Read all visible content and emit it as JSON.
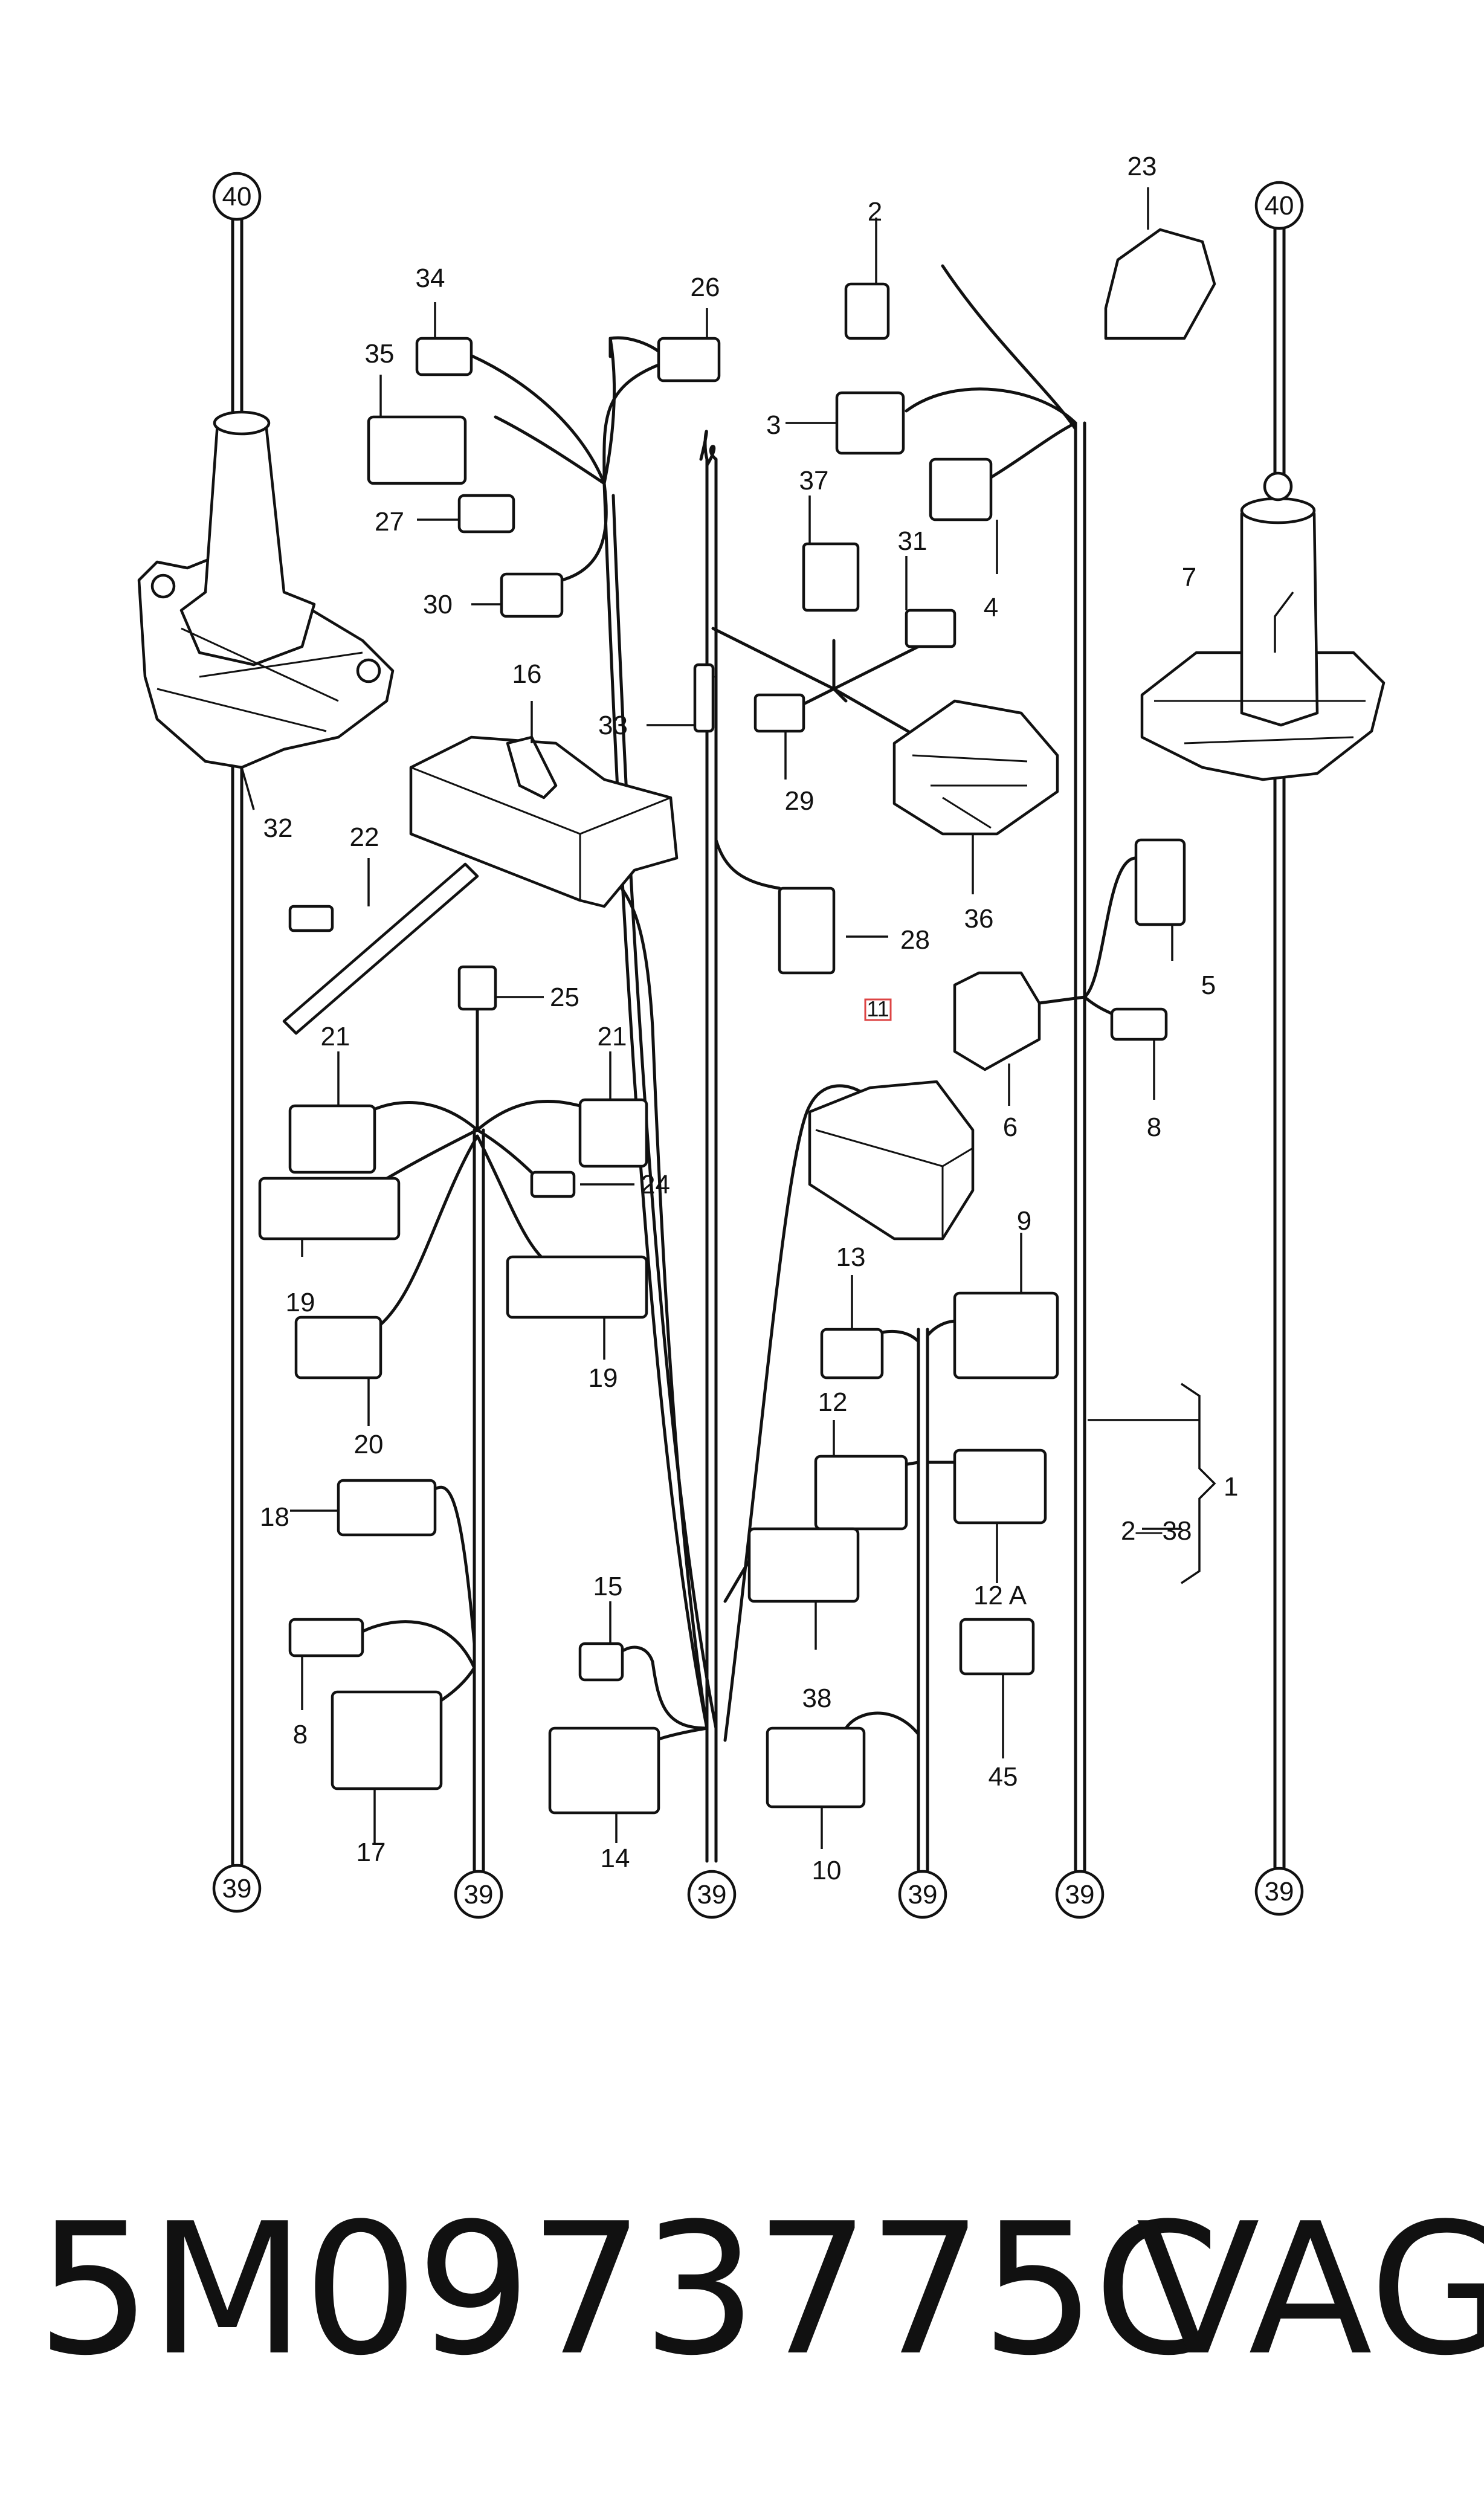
{
  "footer": {
    "part_number": "5M0973775C",
    "brand": "VAG"
  },
  "callouts": {
    "c1": "1",
    "c2": "2",
    "c3": "3",
    "c4": "4",
    "c5": "5",
    "c6": "6",
    "c7": "7",
    "c8a": "8",
    "c8b": "8",
    "c9": "9",
    "c10": "10",
    "c11": "11",
    "c12": "12",
    "c12a": "12 A",
    "c13": "13",
    "c14": "14",
    "c15": "15",
    "c16": "16",
    "c17": "17",
    "c18": "18",
    "c19a": "19",
    "c19b": "19",
    "c20": "20",
    "c21a": "21",
    "c21b": "21",
    "c22": "22",
    "c23": "23",
    "c24": "24",
    "c25": "25",
    "c26": "26",
    "c27": "27",
    "c28": "28",
    "c29": "29",
    "c30": "30",
    "c31": "31",
    "c32": "32",
    "c33": "33",
    "c34": "34",
    "c35": "35",
    "c36": "36",
    "c37": "37",
    "c38": "38",
    "c45": "45",
    "range": "2—38"
  },
  "refs": {
    "top_left": "40",
    "top_right": "40",
    "b1": "39",
    "b2": "39",
    "b3": "39",
    "b4": "39",
    "b5": "39",
    "b6": "39"
  }
}
